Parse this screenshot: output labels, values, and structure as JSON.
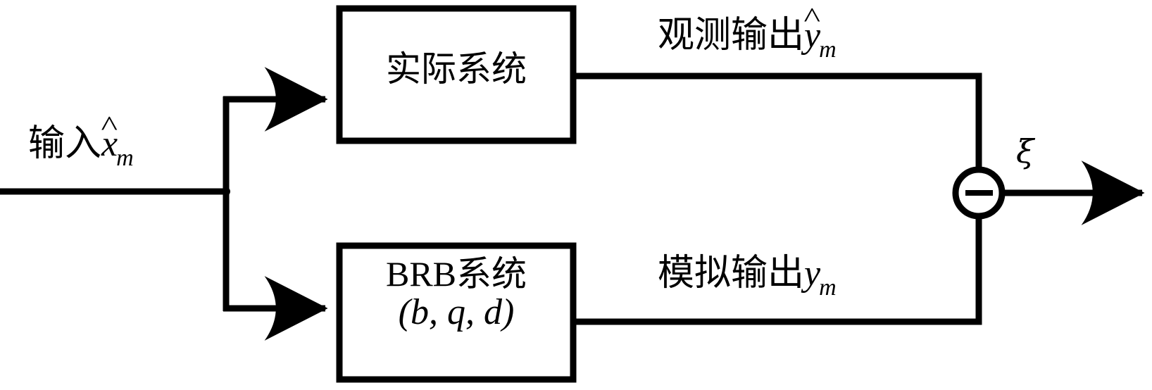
{
  "diagram": {
    "type": "block-diagram",
    "title_present": false,
    "colors": {
      "stroke": "#000000",
      "background": "#ffffff",
      "text": "#000000"
    },
    "input": {
      "label_cjk": "输入",
      "label_var": "x",
      "label_var_hat": "^",
      "label_subscript": "m"
    },
    "blocks": [
      {
        "id": "actual-system",
        "line1": "实际系统",
        "line2": ""
      },
      {
        "id": "brb-system",
        "line1_roman": "BRB",
        "line1_cjk": "系统",
        "line2": "(b, q, d)"
      }
    ],
    "outputs": [
      {
        "id": "observed-output",
        "label_cjk": "观测输出",
        "label_var": "y",
        "label_var_hat": "^",
        "label_subscript": "m"
      },
      {
        "id": "simulated-output",
        "label_cjk": "模拟输出",
        "label_var": "y",
        "label_var_hat": "",
        "label_subscript": "m"
      }
    ],
    "summing_junction": {
      "id": "comparator",
      "operator": "−"
    },
    "result": {
      "id": "error-signal",
      "label": "ξ"
    }
  }
}
